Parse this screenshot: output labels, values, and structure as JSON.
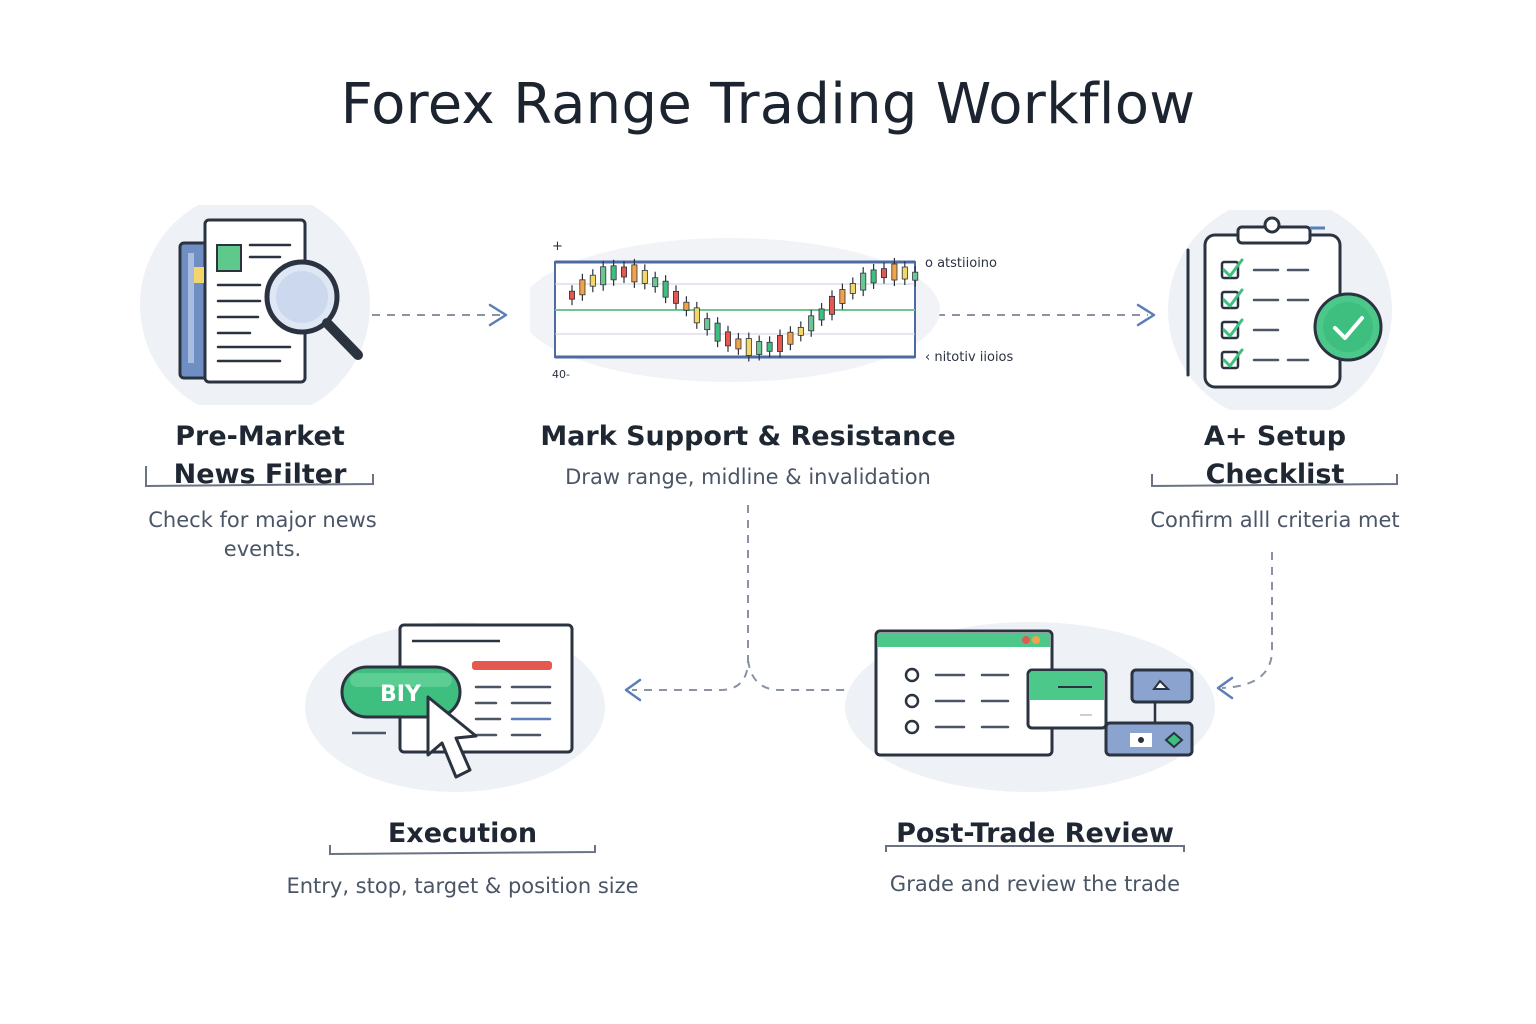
{
  "title": "Forex Range Trading Workflow",
  "steps": [
    {
      "title_line1": "Pre-Market",
      "title_line2": "News Filter",
      "desc_line1": "Check for major news",
      "desc_line2": "events."
    },
    {
      "title": "Mark Support & Resistance",
      "desc": "Draw range, midline & invalidation"
    },
    {
      "title_line1": "A+ Setup",
      "title_line2": "Checklist",
      "desc": "Confirm alll criteria met"
    },
    {
      "title": "Execution",
      "desc": "Entry, stop, target & position size"
    },
    {
      "title": "Post-Trade Review",
      "desc": "Grade and review the trade"
    }
  ],
  "chart_labels": {
    "resistance": "o atstiioino",
    "support": "‹ nitotiv iioios",
    "top_tick": "+",
    "bottom_tick": "40-"
  },
  "buy_button": "BIY",
  "colors": {
    "accent_green": "#3fbf7f",
    "accent_blue": "#5a7fb8",
    "accent_red": "#e5584f",
    "ink": "#2b3340"
  }
}
